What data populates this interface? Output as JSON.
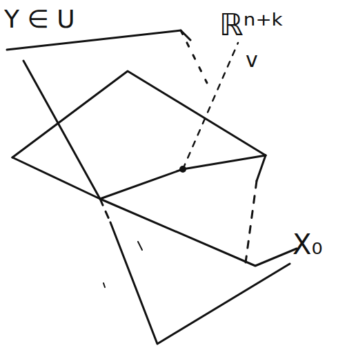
{
  "diagram": {
    "labels": [
      "Y ∈ U",
      "ℝⁿ⁺ᵏ",
      "v",
      "X₀"
    ]
  }
}
